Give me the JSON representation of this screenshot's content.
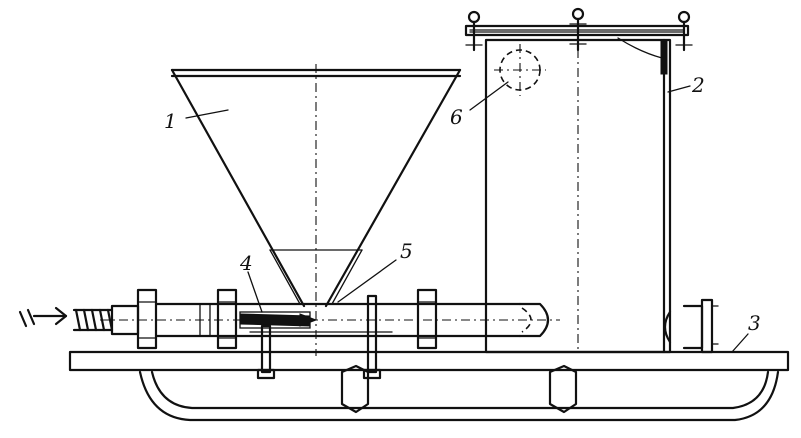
{
  "labels": {
    "hopper": "1",
    "tank": "2",
    "frame": "3",
    "screw": "4",
    "outlet": "5",
    "hatch": "6"
  }
}
